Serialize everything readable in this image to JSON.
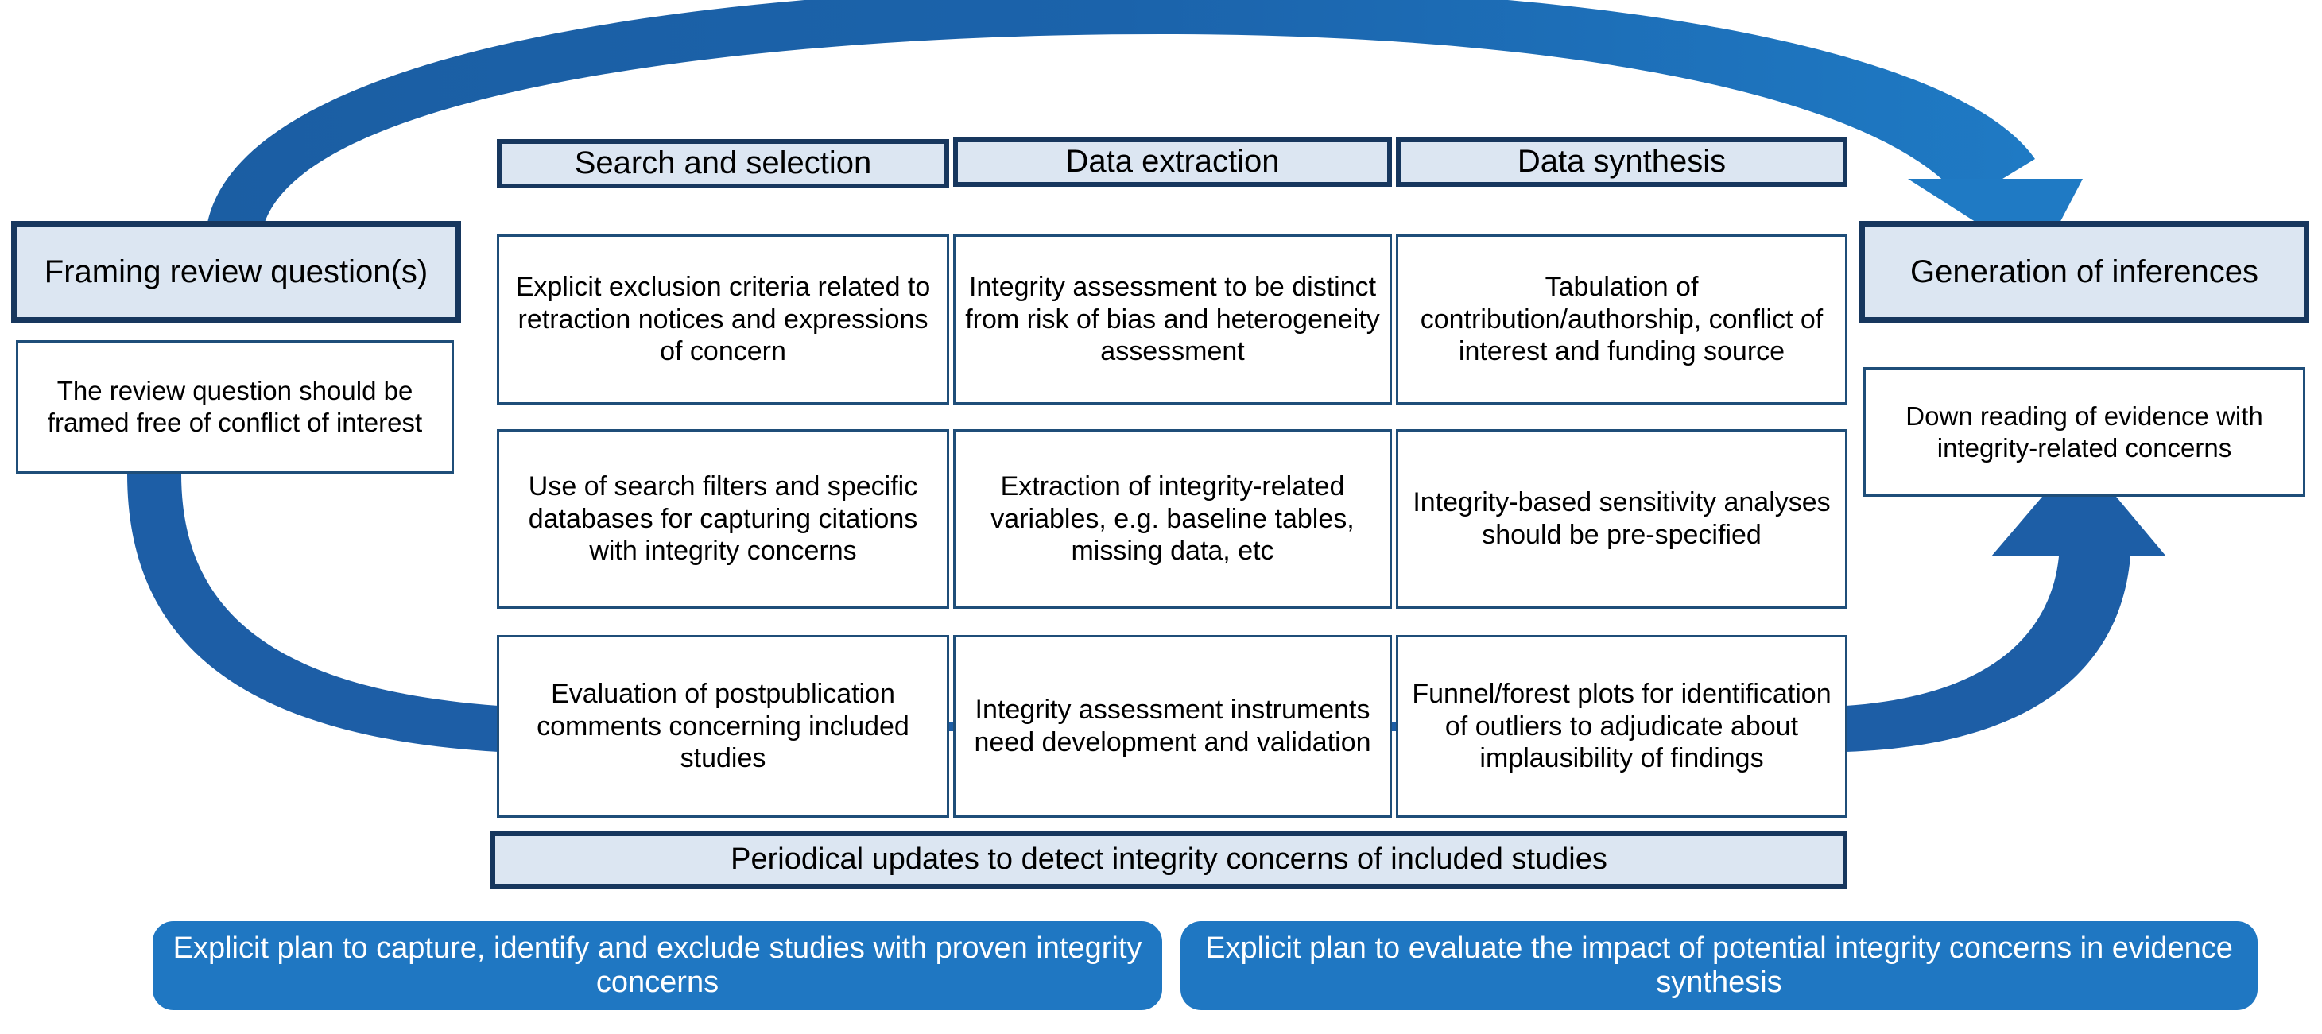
{
  "diagram": {
    "title_not_shown": "",
    "colors": {
      "header_fill": "#dce6f2",
      "header_border": "#17375e",
      "cell_border": "#1f4e79",
      "arrow_dark": "#1f5c9e",
      "arrow_light": "#1f77c2",
      "pill_fill": "#1f77c2",
      "pill_text": "#ffffff"
    },
    "stages": [
      {
        "id": "framing",
        "label": "Framing review question(s)"
      },
      {
        "id": "generation",
        "label": "Generation of inferences"
      }
    ],
    "stage_notes": [
      {
        "id": "framing-note",
        "text": "The review question should be framed free of conflict of interest"
      },
      {
        "id": "generation-note",
        "text": "Down reading of evidence with integrity-related concerns"
      }
    ],
    "columns": [
      {
        "id": "search-and-selection",
        "header": "Search and selection"
      },
      {
        "id": "data-extraction",
        "header": "Data extraction"
      },
      {
        "id": "data-synthesis",
        "header": "Data  synthesis"
      }
    ],
    "grid": [
      [
        "Explicit exclusion criteria related to retraction notices and expressions of concern",
        "Integrity assessment to be distinct from risk of bias and heterogeneity assessment",
        "Tabulation of contribution/authorship, conflict of interest and funding source"
      ],
      [
        "Use of search filters and specific databases for capturing citations with integrity concerns",
        "Extraction of integrity-related variables, e.g. baseline tables, missing data, etc",
        "Integrity-based sensitivity analyses should be pre-specified"
      ],
      [
        "Evaluation of postpublication comments concerning included studies",
        "Integrity assessment instruments need development and validation",
        "Funnel/forest plots for identification of outliers to adjudicate about implausibility of findings"
      ]
    ],
    "periodical_bar": "Periodical updates to detect integrity concerns of included studies",
    "bottom_pills": [
      "Explicit plan to capture, identify and exclude studies with proven integrity  concerns",
      "Explicit plan to evaluate the impact of potential integrity concerns in evidence synthesis"
    ],
    "arrows": [
      {
        "id": "top-arc",
        "from": "framing-review-question",
        "to": "generation-of-inferences",
        "style": "curved-arrow"
      },
      {
        "id": "bottom-arc-in",
        "from": "framing-review-question",
        "to": "process-grid",
        "style": "curved-arrow"
      },
      {
        "id": "bottom-arc-out",
        "from": "process-grid",
        "to": "generation-of-inferences",
        "style": "curved-arrow"
      },
      {
        "id": "connector-1",
        "from": "evaluation-of-postpublication-comments",
        "to": "integrity-assessment-instruments",
        "style": "straight-connector"
      },
      {
        "id": "connector-2",
        "from": "integrity-assessment-instruments",
        "to": "funnel-forest-plots",
        "style": "straight-connector"
      }
    ]
  }
}
